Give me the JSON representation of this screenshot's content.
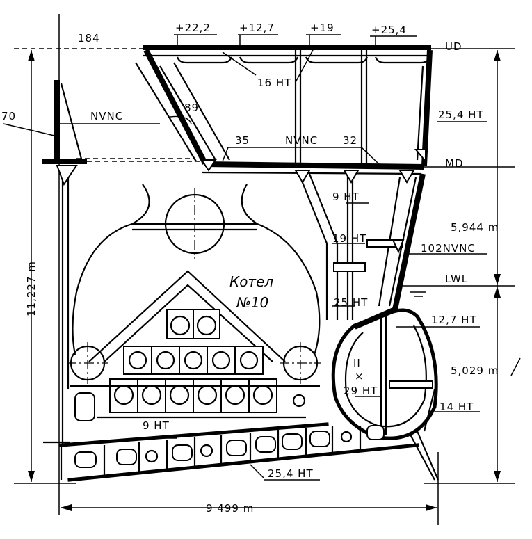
{
  "labels": {
    "top_184": "184",
    "ud_plus_22": "+22,2",
    "ud_plus_12": "+12,7",
    "ud_plus_19": "+19",
    "ud_plus_25": "+25,4",
    "deck_ud": "UD",
    "ht16": "16 HT",
    "label_70": "70",
    "nvnc_upper": "NVNC",
    "slope_89": "89",
    "side_25_4ht": "25,4 HT",
    "md_35": "35",
    "nvnc_md": "NVNC",
    "md_32": "32",
    "deck_md": "MD",
    "ht9_upper": "9 HT",
    "ht19": "19 HT",
    "dim_5944": "5,944 m",
    "nvnc_102": "102NVNC",
    "lwl": "LWL",
    "ht25": "25 HT",
    "ht12_7": "12,7 HT",
    "dim_5029": "5,029 m",
    "ht29": "29 HT",
    "ht14": "14 HT",
    "ht9_lower": "9 HT",
    "ht25_4_bottom": "25,4 HT",
    "dim_11227": "11,227 m",
    "dim_9499": "9 499 m",
    "compartment_II": "II",
    "cross_mark": "×"
  },
  "boiler": {
    "line1": "Котел",
    "line2": "№10"
  }
}
